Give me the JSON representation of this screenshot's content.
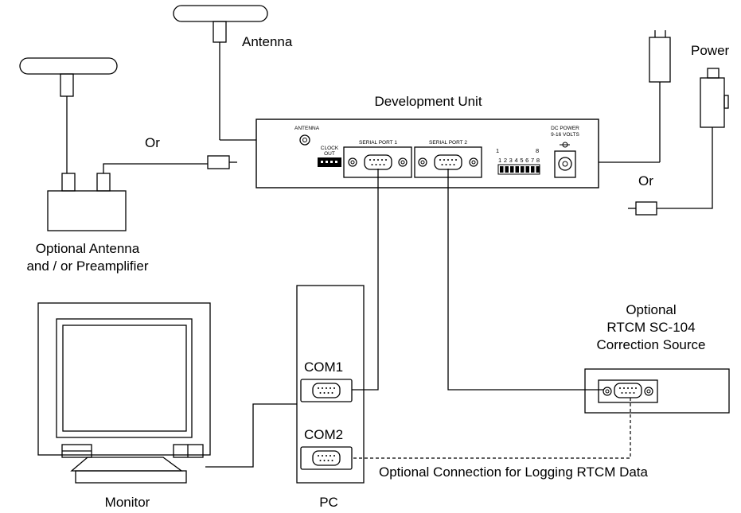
{
  "labels": {
    "antenna": "Antenna",
    "power": "Power",
    "development_unit": "Development Unit",
    "or_left": "Or",
    "or_right": "Or",
    "optional_antenna_line1": "Optional Antenna",
    "optional_antenna_line2": "and / or Preamplifier",
    "rtcm_line1": "Optional",
    "rtcm_line2": "RTCM SC-104",
    "rtcm_line3": "Correction Source",
    "com1": "COM1",
    "com2": "COM2",
    "logging": "Optional Connection for Logging RTCM Data",
    "monitor": "Monitor",
    "pc": "PC"
  },
  "panel": {
    "antenna": "ANTENNA",
    "clock_line1": "CLOCK",
    "clock_line2": "OUT",
    "serial_port_1": "SERIAL PORT 1",
    "serial_port_2": "SERIAL PORT 2",
    "dip_left": "1",
    "dip_right": "8",
    "dip_numbers": "1 2 3 4 5 6 7 8",
    "dc_line1": "DC POWER",
    "dc_line2": "9-16 VOLTS"
  }
}
